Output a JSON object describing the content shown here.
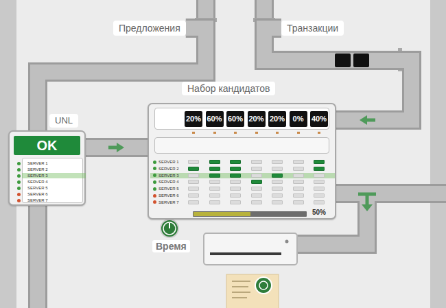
{
  "diagram": {
    "nodes": [
      {
        "text": [
          "Предложения"
        ]
      },
      {
        "text": [
          "Транзакции"
        ]
      },
      {
        "text": [
          "UNL",
          "OK",
          "SERVER 1",
          "SERVER 2",
          "SERVER 3",
          "SERVER 4",
          "SERVER 5",
          "SERVER 6",
          "SERVER 7"
        ]
      },
      {
        "text": [
          "Набор кандидатов",
          "20%",
          "60%",
          "60%",
          "20%",
          "20%",
          "0%",
          "40%",
          "SERVER 1",
          "SERVER 2",
          "SERVER 3",
          "SERVER 4",
          "SERVER 5",
          "SERVER 6",
          "SERVER 7",
          "50%"
        ]
      }
    ],
    "edges": [
      {
        "from": 0,
        "to": 2,
        "arrow": "none"
      },
      {
        "from": 1,
        "to": 3,
        "arrow": "to"
      },
      {
        "from": 2,
        "to": 3,
        "arrow": "to"
      }
    ],
    "labels": [
      "Время"
    ]
  }
}
